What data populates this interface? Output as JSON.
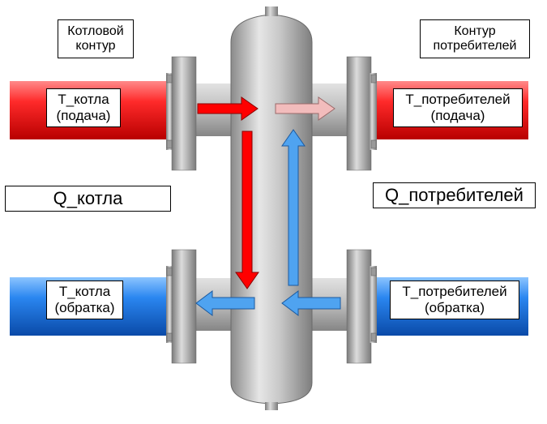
{
  "labels": {
    "boiler_circuit": {
      "line1": "Котловой",
      "line2": "контур"
    },
    "consumer_circuit": {
      "line1": "Контур",
      "line2": "потребителей"
    },
    "t_boiler_supply": {
      "line1": "T_котла",
      "line2": "(подача)"
    },
    "t_consumer_supply": {
      "line1": "T_потребителей",
      "line2": "(подача)"
    },
    "q_boiler": "Q_котла",
    "q_consumer": "Q_потребителей",
    "t_boiler_return": {
      "line1": "T_котла",
      "line2": "(обратка)"
    },
    "t_consumer_return": {
      "line1": "T_потребителей",
      "line2": "(обратка)"
    }
  },
  "colors": {
    "supply_pipe": "#ff1f1f",
    "return_pipe": "#1e73e8",
    "separator_body": "#b8b8b8",
    "supply_arrow": "#ff0000",
    "supply_arrow_light": "#f2bcbc",
    "return_arrow": "#4fa3f0"
  }
}
